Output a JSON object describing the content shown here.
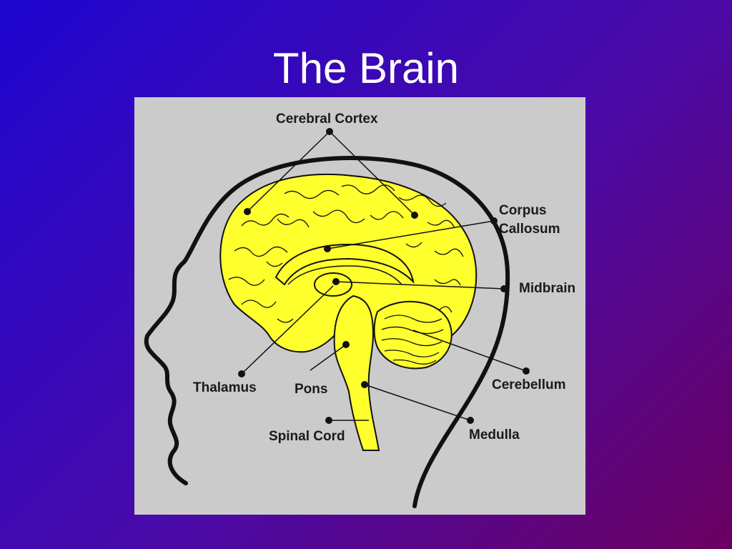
{
  "title": "The Brain",
  "colors": {
    "brain": "#ffff2e",
    "outline": "#111111",
    "panel": "#cbcbcb",
    "background_start": "#1e06d0",
    "background_end": "#6a0060"
  },
  "labels": {
    "cerebral_cortex": "Cerebral Cortex",
    "corpus_line1": "Corpus",
    "corpus_line2": "Callosum",
    "midbrain": "Midbrain",
    "thalamus": "Thalamus",
    "pons": "Pons",
    "cerebellum": "Cerebellum",
    "spinal_cord": "Spinal Cord",
    "medulla": "Medulla"
  }
}
